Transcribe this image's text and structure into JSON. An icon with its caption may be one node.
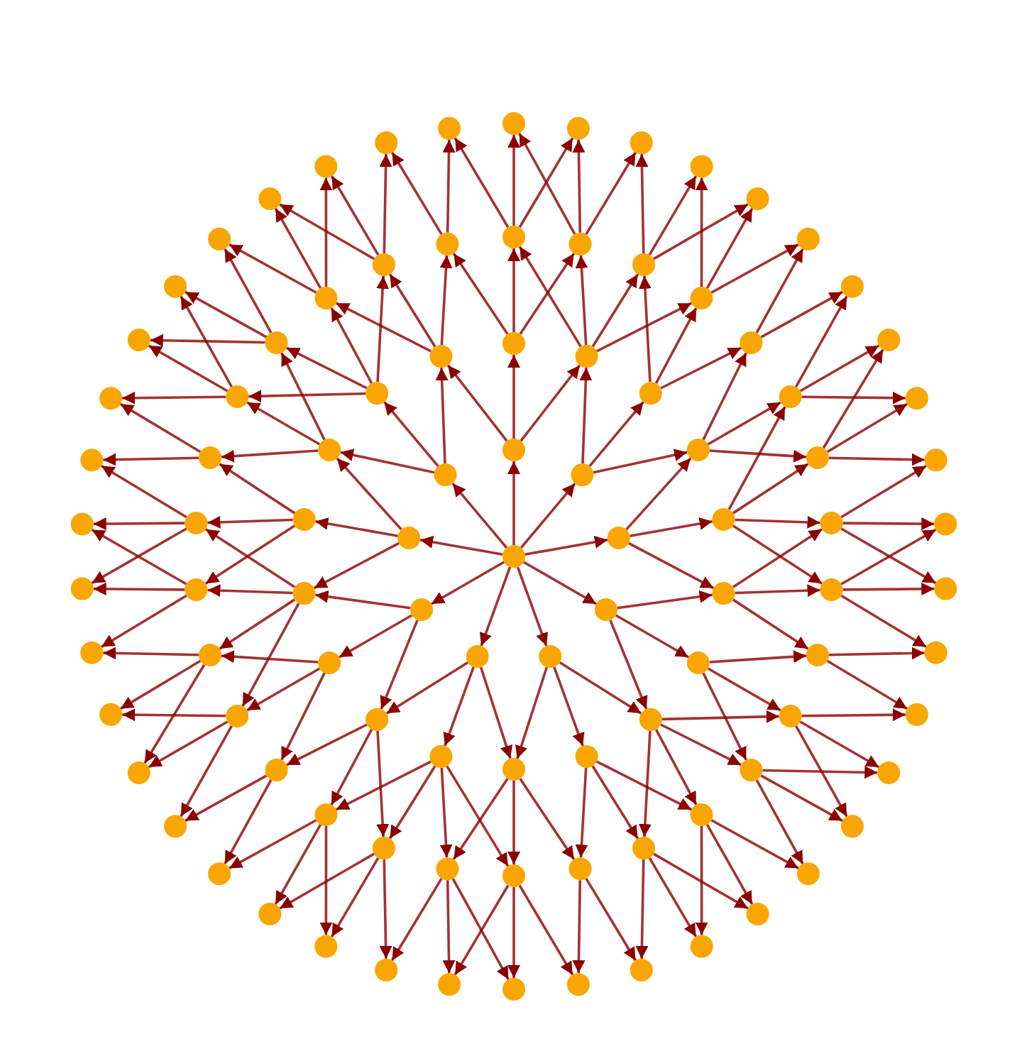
{
  "diagram": {
    "nodes": [
      {
        "text": [],
        "shape": "circle"
      },
      {
        "text": [],
        "shape": "circle"
      },
      {
        "text": [],
        "shape": "circle"
      },
      {
        "text": [],
        "shape": "circle"
      },
      {
        "text": [],
        "shape": "circle"
      },
      {
        "text": [],
        "shape": "circle"
      },
      {
        "text": [],
        "shape": "circle"
      },
      {
        "text": [],
        "shape": "circle"
      },
      {
        "text": [],
        "shape": "circle"
      },
      {
        "text": [],
        "shape": "circle"
      },
      {
        "text": [],
        "shape": "circle"
      },
      {
        "text": [],
        "shape": "circle"
      },
      {
        "text": [],
        "shape": "circle"
      },
      {
        "text": [],
        "shape": "circle"
      },
      {
        "text": [],
        "shape": "circle"
      },
      {
        "text": [],
        "shape": "circle"
      },
      {
        "text": [],
        "shape": "circle"
      },
      {
        "text": [],
        "shape": "circle"
      },
      {
        "text": [],
        "shape": "circle"
      },
      {
        "text": [],
        "shape": "circle"
      },
      {
        "text": [],
        "shape": "circle"
      },
      {
        "text": [],
        "shape": "circle"
      },
      {
        "text": [],
        "shape": "circle"
      },
      {
        "text": [],
        "shape": "circle"
      },
      {
        "text": [],
        "shape": "circle"
      },
      {
        "text": [],
        "shape": "circle"
      },
      {
        "text": [],
        "shape": "circle"
      },
      {
        "text": [],
        "shape": "circle"
      },
      {
        "text": [],
        "shape": "circle"
      },
      {
        "text": [],
        "shape": "circle"
      },
      {
        "text": [],
        "shape": "circle"
      },
      {
        "text": [],
        "shape": "circle"
      },
      {
        "text": [],
        "shape": "circle"
      },
      {
        "text": [],
        "shape": "circle"
      },
      {
        "text": [],
        "shape": "circle"
      },
      {
        "text": [],
        "shape": "circle"
      },
      {
        "text": [],
        "shape": "circle"
      },
      {
        "text": [],
        "shape": "circle"
      },
      {
        "text": [],
        "shape": "circle"
      },
      {
        "text": [],
        "shape": "circle"
      },
      {
        "text": [],
        "shape": "circle"
      },
      {
        "text": [],
        "shape": "circle"
      },
      {
        "text": [],
        "shape": "circle"
      },
      {
        "text": [],
        "shape": "circle"
      },
      {
        "text": [],
        "shape": "circle"
      },
      {
        "text": [],
        "shape": "circle"
      },
      {
        "text": [],
        "shape": "circle"
      },
      {
        "text": [],
        "shape": "circle"
      },
      {
        "text": [],
        "shape": "circle"
      },
      {
        "text": [],
        "shape": "circle"
      },
      {
        "text": [],
        "shape": "circle"
      },
      {
        "text": [],
        "shape": "circle"
      },
      {
        "text": [],
        "shape": "circle"
      },
      {
        "text": [],
        "shape": "circle"
      },
      {
        "text": [],
        "shape": "circle"
      },
      {
        "text": [],
        "shape": "circle"
      },
      {
        "text": [],
        "shape": "circle"
      },
      {
        "text": [],
        "shape": "circle"
      },
      {
        "text": [],
        "shape": "circle"
      },
      {
        "text": [],
        "shape": "circle"
      },
      {
        "text": [],
        "shape": "circle"
      },
      {
        "text": [],
        "shape": "circle"
      },
      {
        "text": [],
        "shape": "circle"
      },
      {
        "text": [],
        "shape": "circle"
      },
      {
        "text": [],
        "shape": "circle"
      },
      {
        "text": [],
        "shape": "circle"
      },
      {
        "text": [],
        "shape": "circle"
      },
      {
        "text": [],
        "shape": "circle"
      },
      {
        "text": [],
        "shape": "circle"
      },
      {
        "text": [],
        "shape": "circle"
      },
      {
        "text": [],
        "shape": "circle"
      },
      {
        "text": [],
        "shape": "circle"
      },
      {
        "text": [],
        "shape": "circle"
      },
      {
        "text": [],
        "shape": "circle"
      },
      {
        "text": [],
        "shape": "circle"
      },
      {
        "text": [],
        "shape": "circle"
      },
      {
        "text": [],
        "shape": "circle"
      },
      {
        "text": [],
        "shape": "circle"
      },
      {
        "text": [],
        "shape": "circle"
      },
      {
        "text": [],
        "shape": "circle"
      },
      {
        "text": [],
        "shape": "circle"
      },
      {
        "text": [],
        "shape": "circle"
      },
      {
        "text": [],
        "shape": "circle"
      },
      {
        "text": [],
        "shape": "circle"
      },
      {
        "text": [],
        "shape": "circle"
      },
      {
        "text": [],
        "shape": "circle"
      },
      {
        "text": [],
        "shape": "circle"
      },
      {
        "text": [],
        "shape": "circle"
      },
      {
        "text": [],
        "shape": "circle"
      },
      {
        "text": [],
        "shape": "circle"
      },
      {
        "text": [],
        "shape": "circle"
      },
      {
        "text": [],
        "shape": "circle"
      },
      {
        "text": [],
        "shape": "circle"
      },
      {
        "text": [],
        "shape": "circle"
      },
      {
        "text": [],
        "shape": "circle"
      },
      {
        "text": [],
        "shape": "circle"
      },
      {
        "text": [],
        "shape": "circle"
      },
      {
        "text": [],
        "shape": "circle"
      },
      {
        "text": [],
        "shape": "circle"
      },
      {
        "text": [],
        "shape": "circle"
      }
    ],
    "edges": [
      {
        "from": 0,
        "to": 1,
        "arrow": "to"
      },
      {
        "from": 0,
        "to": 2,
        "arrow": "to"
      },
      {
        "from": 0,
        "to": 3,
        "arrow": "to"
      },
      {
        "from": 0,
        "to": 4,
        "arrow": "to"
      },
      {
        "from": 0,
        "to": 5,
        "arrow": "to"
      },
      {
        "from": 0,
        "to": 6,
        "arrow": "to"
      },
      {
        "from": 0,
        "to": 7,
        "arrow": "to"
      },
      {
        "from": 0,
        "to": 8,
        "arrow": "to"
      },
      {
        "from": 0,
        "to": 9,
        "arrow": "to"
      },
      {
        "from": 1,
        "to": 10,
        "arrow": "to"
      },
      {
        "from": 1,
        "to": 11,
        "arrow": "to"
      },
      {
        "from": 2,
        "to": 11,
        "arrow": "to"
      },
      {
        "from": 2,
        "to": 12,
        "arrow": "to"
      },
      {
        "from": 2,
        "to": 13,
        "arrow": "to"
      },
      {
        "from": 3,
        "to": 13,
        "arrow": "to"
      },
      {
        "from": 3,
        "to": 14,
        "arrow": "to"
      },
      {
        "from": 3,
        "to": 15,
        "arrow": "to"
      },
      {
        "from": 4,
        "to": 15,
        "arrow": "to"
      },
      {
        "from": 4,
        "to": 16,
        "arrow": "to"
      },
      {
        "from": 4,
        "to": 17,
        "arrow": "to"
      },
      {
        "from": 5,
        "to": 17,
        "arrow": "to"
      },
      {
        "from": 5,
        "to": 18,
        "arrow": "to"
      },
      {
        "from": 5,
        "to": 19,
        "arrow": "to"
      },
      {
        "from": 6,
        "to": 19,
        "arrow": "to"
      },
      {
        "from": 6,
        "to": 20,
        "arrow": "to"
      },
      {
        "from": 6,
        "to": 21,
        "arrow": "to"
      },
      {
        "from": 7,
        "to": 21,
        "arrow": "to"
      },
      {
        "from": 7,
        "to": 22,
        "arrow": "to"
      },
      {
        "from": 7,
        "to": 23,
        "arrow": "to"
      },
      {
        "from": 8,
        "to": 23,
        "arrow": "to"
      },
      {
        "from": 8,
        "to": 24,
        "arrow": "to"
      },
      {
        "from": 8,
        "to": 25,
        "arrow": "to"
      },
      {
        "from": 9,
        "to": 25,
        "arrow": "to"
      },
      {
        "from": 9,
        "to": 26,
        "arrow": "to"
      },
      {
        "from": 9,
        "to": 27,
        "arrow": "to"
      },
      {
        "from": 1,
        "to": 27,
        "arrow": "to"
      },
      {
        "from": 10,
        "to": 28,
        "arrow": "to"
      },
      {
        "from": 11,
        "to": 28,
        "arrow": "to"
      },
      {
        "from": 10,
        "to": 29,
        "arrow": "to"
      },
      {
        "from": 11,
        "to": 29,
        "arrow": "to"
      },
      {
        "from": 11,
        "to": 30,
        "arrow": "to"
      },
      {
        "from": 12,
        "to": 30,
        "arrow": "to"
      },
      {
        "from": 11,
        "to": 31,
        "arrow": "to"
      },
      {
        "from": 12,
        "to": 31,
        "arrow": "to"
      },
      {
        "from": 12,
        "to": 32,
        "arrow": "to"
      },
      {
        "from": 13,
        "to": 32,
        "arrow": "to"
      },
      {
        "from": 13,
        "to": 33,
        "arrow": "to"
      },
      {
        "from": 14,
        "to": 33,
        "arrow": "to"
      },
      {
        "from": 13,
        "to": 34,
        "arrow": "to"
      },
      {
        "from": 14,
        "to": 34,
        "arrow": "to"
      },
      {
        "from": 14,
        "to": 35,
        "arrow": "to"
      },
      {
        "from": 15,
        "to": 35,
        "arrow": "to"
      },
      {
        "from": 14,
        "to": 36,
        "arrow": "to"
      },
      {
        "from": 15,
        "to": 36,
        "arrow": "to"
      },
      {
        "from": 15,
        "to": 37,
        "arrow": "to"
      },
      {
        "from": 16,
        "to": 37,
        "arrow": "to"
      },
      {
        "from": 16,
        "to": 38,
        "arrow": "to"
      },
      {
        "from": 17,
        "to": 38,
        "arrow": "to"
      },
      {
        "from": 16,
        "to": 39,
        "arrow": "to"
      },
      {
        "from": 17,
        "to": 39,
        "arrow": "to"
      },
      {
        "from": 17,
        "to": 40,
        "arrow": "to"
      },
      {
        "from": 18,
        "to": 40,
        "arrow": "to"
      },
      {
        "from": 17,
        "to": 41,
        "arrow": "to"
      },
      {
        "from": 18,
        "to": 41,
        "arrow": "to"
      },
      {
        "from": 18,
        "to": 42,
        "arrow": "to"
      },
      {
        "from": 19,
        "to": 42,
        "arrow": "to"
      },
      {
        "from": 19,
        "to": 43,
        "arrow": "to"
      },
      {
        "from": 20,
        "to": 43,
        "arrow": "to"
      },
      {
        "from": 19,
        "to": 44,
        "arrow": "to"
      },
      {
        "from": 20,
        "to": 44,
        "arrow": "to"
      },
      {
        "from": 20,
        "to": 45,
        "arrow": "to"
      },
      {
        "from": 21,
        "to": 45,
        "arrow": "to"
      },
      {
        "from": 20,
        "to": 46,
        "arrow": "to"
      },
      {
        "from": 21,
        "to": 46,
        "arrow": "to"
      },
      {
        "from": 21,
        "to": 47,
        "arrow": "to"
      },
      {
        "from": 22,
        "to": 47,
        "arrow": "to"
      },
      {
        "from": 22,
        "to": 48,
        "arrow": "to"
      },
      {
        "from": 23,
        "to": 48,
        "arrow": "to"
      },
      {
        "from": 22,
        "to": 49,
        "arrow": "to"
      },
      {
        "from": 23,
        "to": 49,
        "arrow": "to"
      },
      {
        "from": 23,
        "to": 50,
        "arrow": "to"
      },
      {
        "from": 24,
        "to": 50,
        "arrow": "to"
      },
      {
        "from": 23,
        "to": 51,
        "arrow": "to"
      },
      {
        "from": 24,
        "to": 51,
        "arrow": "to"
      },
      {
        "from": 24,
        "to": 52,
        "arrow": "to"
      },
      {
        "from": 25,
        "to": 52,
        "arrow": "to"
      },
      {
        "from": 25,
        "to": 53,
        "arrow": "to"
      },
      {
        "from": 26,
        "to": 53,
        "arrow": "to"
      },
      {
        "from": 25,
        "to": 54,
        "arrow": "to"
      },
      {
        "from": 26,
        "to": 54,
        "arrow": "to"
      },
      {
        "from": 26,
        "to": 55,
        "arrow": "to"
      },
      {
        "from": 27,
        "to": 55,
        "arrow": "to"
      },
      {
        "from": 26,
        "to": 56,
        "arrow": "to"
      },
      {
        "from": 27,
        "to": 56,
        "arrow": "to"
      },
      {
        "from": 27,
        "to": 57,
        "arrow": "to"
      },
      {
        "from": 10,
        "to": 57,
        "arrow": "to"
      },
      {
        "from": 28,
        "to": 58,
        "arrow": "to"
      },
      {
        "from": 29,
        "to": 58,
        "arrow": "to"
      },
      {
        "from": 28,
        "to": 59,
        "arrow": "to"
      },
      {
        "from": 29,
        "to": 59,
        "arrow": "to"
      },
      {
        "from": 29,
        "to": 60,
        "arrow": "to"
      },
      {
        "from": 30,
        "to": 60,
        "arrow": "to"
      },
      {
        "from": 30,
        "to": 61,
        "arrow": "to"
      },
      {
        "from": 31,
        "to": 61,
        "arrow": "to"
      },
      {
        "from": 30,
        "to": 62,
        "arrow": "to"
      },
      {
        "from": 31,
        "to": 62,
        "arrow": "to"
      },
      {
        "from": 31,
        "to": 63,
        "arrow": "to"
      },
      {
        "from": 32,
        "to": 63,
        "arrow": "to"
      },
      {
        "from": 32,
        "to": 64,
        "arrow": "to"
      },
      {
        "from": 33,
        "to": 64,
        "arrow": "to"
      },
      {
        "from": 33,
        "to": 65,
        "arrow": "to"
      },
      {
        "from": 34,
        "to": 65,
        "arrow": "to"
      },
      {
        "from": 33,
        "to": 66,
        "arrow": "to"
      },
      {
        "from": 34,
        "to": 66,
        "arrow": "to"
      },
      {
        "from": 34,
        "to": 67,
        "arrow": "to"
      },
      {
        "from": 35,
        "to": 67,
        "arrow": "to"
      },
      {
        "from": 35,
        "to": 68,
        "arrow": "to"
      },
      {
        "from": 36,
        "to": 68,
        "arrow": "to"
      },
      {
        "from": 35,
        "to": 69,
        "arrow": "to"
      },
      {
        "from": 36,
        "to": 69,
        "arrow": "to"
      },
      {
        "from": 36,
        "to": 70,
        "arrow": "to"
      },
      {
        "from": 37,
        "to": 70,
        "arrow": "to"
      },
      {
        "from": 37,
        "to": 71,
        "arrow": "to"
      },
      {
        "from": 38,
        "to": 71,
        "arrow": "to"
      },
      {
        "from": 38,
        "to": 72,
        "arrow": "to"
      },
      {
        "from": 39,
        "to": 72,
        "arrow": "to"
      },
      {
        "from": 38,
        "to": 73,
        "arrow": "to"
      },
      {
        "from": 39,
        "to": 73,
        "arrow": "to"
      },
      {
        "from": 39,
        "to": 74,
        "arrow": "to"
      },
      {
        "from": 40,
        "to": 74,
        "arrow": "to"
      },
      {
        "from": 40,
        "to": 75,
        "arrow": "to"
      },
      {
        "from": 41,
        "to": 75,
        "arrow": "to"
      },
      {
        "from": 40,
        "to": 76,
        "arrow": "to"
      },
      {
        "from": 41,
        "to": 76,
        "arrow": "to"
      },
      {
        "from": 41,
        "to": 77,
        "arrow": "to"
      },
      {
        "from": 42,
        "to": 77,
        "arrow": "to"
      },
      {
        "from": 42,
        "to": 78,
        "arrow": "to"
      },
      {
        "from": 43,
        "to": 78,
        "arrow": "to"
      },
      {
        "from": 43,
        "to": 79,
        "arrow": "to"
      },
      {
        "from": 44,
        "to": 79,
        "arrow": "to"
      },
      {
        "from": 43,
        "to": 80,
        "arrow": "to"
      },
      {
        "from": 44,
        "to": 80,
        "arrow": "to"
      },
      {
        "from": 44,
        "to": 81,
        "arrow": "to"
      },
      {
        "from": 45,
        "to": 81,
        "arrow": "to"
      },
      {
        "from": 45,
        "to": 82,
        "arrow": "to"
      },
      {
        "from": 46,
        "to": 82,
        "arrow": "to"
      },
      {
        "from": 45,
        "to": 83,
        "arrow": "to"
      },
      {
        "from": 46,
        "to": 83,
        "arrow": "to"
      },
      {
        "from": 46,
        "to": 84,
        "arrow": "to"
      },
      {
        "from": 47,
        "to": 84,
        "arrow": "to"
      },
      {
        "from": 47,
        "to": 85,
        "arrow": "to"
      },
      {
        "from": 48,
        "to": 85,
        "arrow": "to"
      },
      {
        "from": 48,
        "to": 86,
        "arrow": "to"
      },
      {
        "from": 49,
        "to": 86,
        "arrow": "to"
      },
      {
        "from": 48,
        "to": 87,
        "arrow": "to"
      },
      {
        "from": 49,
        "to": 87,
        "arrow": "to"
      },
      {
        "from": 49,
        "to": 88,
        "arrow": "to"
      },
      {
        "from": 50,
        "to": 88,
        "arrow": "to"
      },
      {
        "from": 50,
        "to": 89,
        "arrow": "to"
      },
      {
        "from": 51,
        "to": 89,
        "arrow": "to"
      },
      {
        "from": 50,
        "to": 90,
        "arrow": "to"
      },
      {
        "from": 51,
        "to": 90,
        "arrow": "to"
      },
      {
        "from": 51,
        "to": 91,
        "arrow": "to"
      },
      {
        "from": 52,
        "to": 91,
        "arrow": "to"
      },
      {
        "from": 52,
        "to": 92,
        "arrow": "to"
      },
      {
        "from": 53,
        "to": 92,
        "arrow": "to"
      },
      {
        "from": 53,
        "to": 93,
        "arrow": "to"
      },
      {
        "from": 54,
        "to": 93,
        "arrow": "to"
      },
      {
        "from": 53,
        "to": 94,
        "arrow": "to"
      },
      {
        "from": 54,
        "to": 94,
        "arrow": "to"
      },
      {
        "from": 54,
        "to": 95,
        "arrow": "to"
      },
      {
        "from": 55,
        "to": 95,
        "arrow": "to"
      },
      {
        "from": 55,
        "to": 96,
        "arrow": "to"
      },
      {
        "from": 56,
        "to": 96,
        "arrow": "to"
      },
      {
        "from": 55,
        "to": 97,
        "arrow": "to"
      },
      {
        "from": 56,
        "to": 97,
        "arrow": "to"
      },
      {
        "from": 56,
        "to": 98,
        "arrow": "to"
      },
      {
        "from": 57,
        "to": 98,
        "arrow": "to"
      },
      {
        "from": 57,
        "to": 99,
        "arrow": "to"
      },
      {
        "from": 28,
        "to": 99,
        "arrow": "to"
      }
    ]
  }
}
